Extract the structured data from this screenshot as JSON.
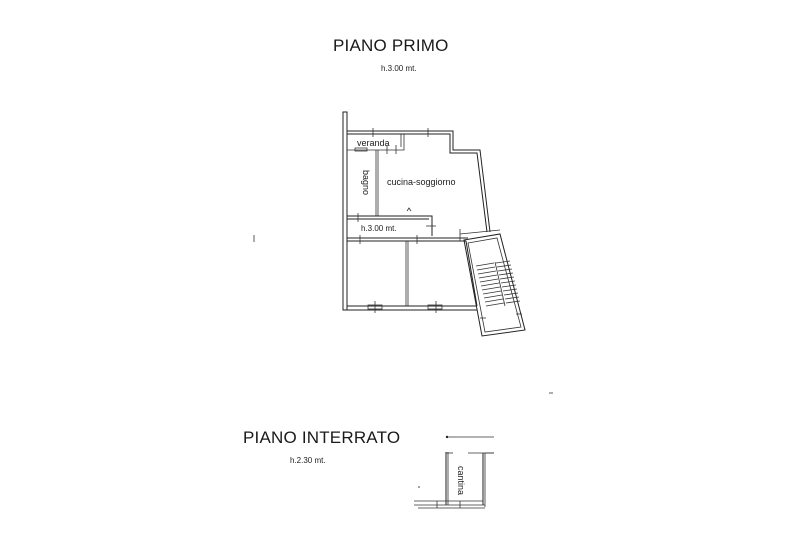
{
  "floors": [
    {
      "id": "primo",
      "title": "PIANO PRIMO",
      "height_label": "h.3.00 mt.",
      "rooms": [
        {
          "name": "veranda"
        },
        {
          "name": "bagno"
        },
        {
          "name": "cucina-soggiorno"
        },
        {
          "name": "h.3.00 mt."
        }
      ],
      "features": [
        "staircase"
      ]
    },
    {
      "id": "interrato",
      "title": "PIANO INTERRATO",
      "height_label": "h.2.30 mt.",
      "rooms": [
        {
          "name": "cantina"
        }
      ]
    }
  ],
  "colors": {
    "background": "#ffffff",
    "lines": "#222222"
  }
}
